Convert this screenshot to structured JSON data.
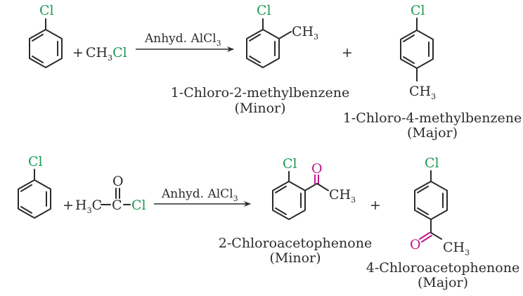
{
  "atoms": {
    "cl": "Cl",
    "o": "O",
    "c": "C",
    "h": "H",
    "ch": "CH",
    "three": "3"
  },
  "reaction1": {
    "plus_reagent": "+",
    "reagent_ch": "CH",
    "reagent_sub": "3",
    "reagent_cl": "Cl",
    "arrow_label": "Anhyd. AlCl",
    "arrow_sub": "3",
    "product1_name": "1-Chloro-2-methylbenzene",
    "product1_note": "(Minor)",
    "plus_products": "+",
    "product2_name": "1-Chloro-4-methylbenzene",
    "product2_note": "(Major)"
  },
  "reaction2": {
    "plus_reagent": "+",
    "arrow_label": "Anhyd. AlCl",
    "arrow_sub": "3",
    "product1_name": "2-Chloroacetophenone",
    "product1_note": "(Minor)",
    "plus_products": "+",
    "product2_name": "4-Chloroacetophenone",
    "product2_note": "(Major)"
  },
  "colors": {
    "text": "#2b2b2b",
    "chlorine": "#1a9a52",
    "oxygen": "#c0178f"
  }
}
